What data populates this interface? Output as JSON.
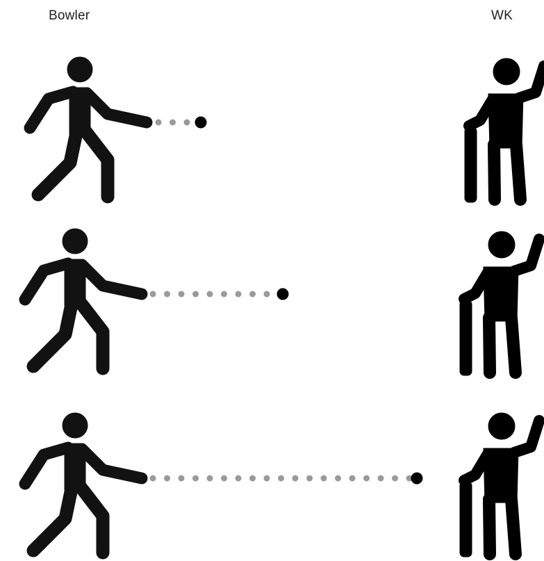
{
  "header": {
    "bowler_label": "Bowler",
    "wk_label": "WK"
  },
  "rows": [
    {
      "name": "short-delivery",
      "dots": 4
    },
    {
      "name": "medium-delivery",
      "dots": 10
    },
    {
      "name": "long-delivery",
      "dots": 19
    }
  ],
  "colors": {
    "figure": "#121212",
    "trail_dot": "#9a9a9a",
    "ball": "#000000",
    "text": "#1f1f1f"
  },
  "icons": [
    "bowler-icon",
    "wicketkeeper-icon",
    "ball-icon"
  ]
}
